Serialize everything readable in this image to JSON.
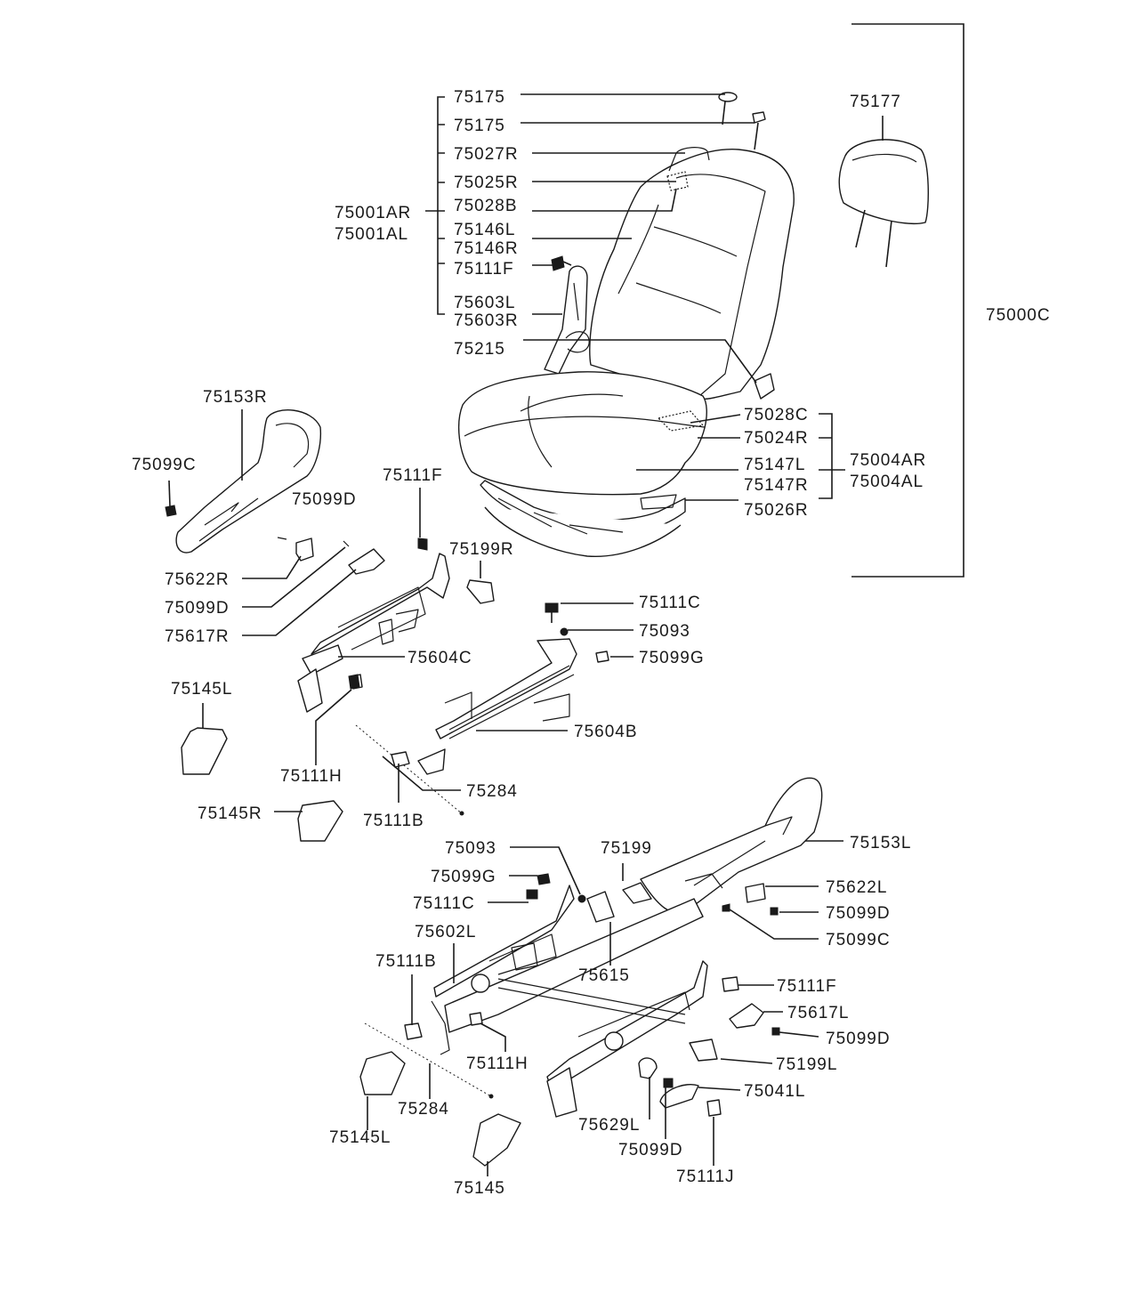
{
  "labels": [
    {
      "id": "75175_a",
      "text": "75175"
    },
    {
      "id": "75175_b",
      "text": "75175"
    },
    {
      "id": "75027R",
      "text": "75027R"
    },
    {
      "id": "75025R",
      "text": "75025R"
    },
    {
      "id": "75028B",
      "text": "75028B"
    },
    {
      "id": "75001AR",
      "text": "75001AR"
    },
    {
      "id": "75001AL",
      "text": "75001AL"
    },
    {
      "id": "75146L",
      "text": "75146L"
    },
    {
      "id": "75146R",
      "text": "75146R"
    },
    {
      "id": "75111F_top",
      "text": "75111F"
    },
    {
      "id": "75603L",
      "text": "75603L"
    },
    {
      "id": "75603R",
      "text": "75603R"
    },
    {
      "id": "75215",
      "text": "75215"
    },
    {
      "id": "75177",
      "text": "75177"
    },
    {
      "id": "75000C",
      "text": "75000C"
    },
    {
      "id": "75153R",
      "text": "75153R"
    },
    {
      "id": "75099C_left",
      "text": "75099C"
    },
    {
      "id": "75099D_a",
      "text": "75099D"
    },
    {
      "id": "75111F_mid",
      "text": "75111F"
    },
    {
      "id": "75199R",
      "text": "75199R"
    },
    {
      "id": "75622R",
      "text": "75622R"
    },
    {
      "id": "75099D_b",
      "text": "75099D"
    },
    {
      "id": "75617R",
      "text": "75617R"
    },
    {
      "id": "75028C",
      "text": "75028C"
    },
    {
      "id": "75024R",
      "text": "75024R"
    },
    {
      "id": "75147L",
      "text": "75147L"
    },
    {
      "id": "75147R",
      "text": "75147R"
    },
    {
      "id": "75004AR",
      "text": "75004AR"
    },
    {
      "id": "75004AL",
      "text": "75004AL"
    },
    {
      "id": "75026R",
      "text": "75026R"
    },
    {
      "id": "75111C_a",
      "text": "75111C"
    },
    {
      "id": "75093_a",
      "text": "75093"
    },
    {
      "id": "75099G_a",
      "text": "75099G"
    },
    {
      "id": "75604C",
      "text": "75604C"
    },
    {
      "id": "75604B",
      "text": "75604B"
    },
    {
      "id": "75145L_a",
      "text": "75145L"
    },
    {
      "id": "75111H_a",
      "text": "75111H"
    },
    {
      "id": "75284_a",
      "text": "75284"
    },
    {
      "id": "75145R",
      "text": "75145R"
    },
    {
      "id": "75111B_a",
      "text": "75111B"
    },
    {
      "id": "75093_b",
      "text": "75093"
    },
    {
      "id": "75199",
      "text": "75199"
    },
    {
      "id": "75153L",
      "text": "75153L"
    },
    {
      "id": "75099G_b",
      "text": "75099G"
    },
    {
      "id": "75111C_b",
      "text": "75111C"
    },
    {
      "id": "75622L",
      "text": "75622L"
    },
    {
      "id": "75099D_c",
      "text": "75099D"
    },
    {
      "id": "75602L",
      "text": "75602L"
    },
    {
      "id": "75099C_right",
      "text": "75099C"
    },
    {
      "id": "75615",
      "text": "75615"
    },
    {
      "id": "75111B_b",
      "text": "75111B"
    },
    {
      "id": "75111F_low",
      "text": "75111F"
    },
    {
      "id": "75617L",
      "text": "75617L"
    },
    {
      "id": "75099D_d",
      "text": "75099D"
    },
    {
      "id": "75111H_b",
      "text": "75111H"
    },
    {
      "id": "75199L",
      "text": "75199L"
    },
    {
      "id": "75041L",
      "text": "75041L"
    },
    {
      "id": "75629L",
      "text": "75629L"
    },
    {
      "id": "75284_b",
      "text": "75284"
    },
    {
      "id": "75099D_e",
      "text": "75099D"
    },
    {
      "id": "75145L_b",
      "text": "75145L"
    },
    {
      "id": "75111J",
      "text": "75111J"
    },
    {
      "id": "75145",
      "text": "75145"
    }
  ]
}
